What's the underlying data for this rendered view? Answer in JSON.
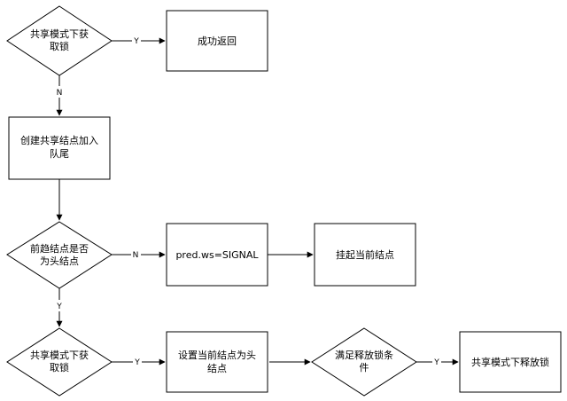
{
  "nodes": {
    "acquire_shared_1": {
      "line1": "共享模式下获",
      "line2": "取锁"
    },
    "return_success": {
      "text": "成功返回"
    },
    "create_shared_node": {
      "line1": "创建共享结点加入",
      "line2": "队尾"
    },
    "prev_is_head": {
      "line1": "前趋结点是否",
      "line2": "为头结点"
    },
    "set_signal": {
      "text": "pred.ws=SIGNAL"
    },
    "park_current": {
      "text": "挂起当前结点"
    },
    "acquire_shared_2": {
      "line1": "共享模式下获",
      "line2": "取锁"
    },
    "set_head": {
      "line1": "设置当前结点为头",
      "line2": "结点"
    },
    "release_condition": {
      "line1": "满足释放锁条",
      "line2": "件"
    },
    "release_shared": {
      "text": "共享模式下释放锁"
    }
  },
  "edges": {
    "acquire1_to_success": "Y",
    "acquire1_to_create": "N",
    "prev_to_signal": "N",
    "prev_to_acquire2": "Y",
    "acquire2_to_sethead": "Y",
    "condition_to_release": "Y"
  }
}
